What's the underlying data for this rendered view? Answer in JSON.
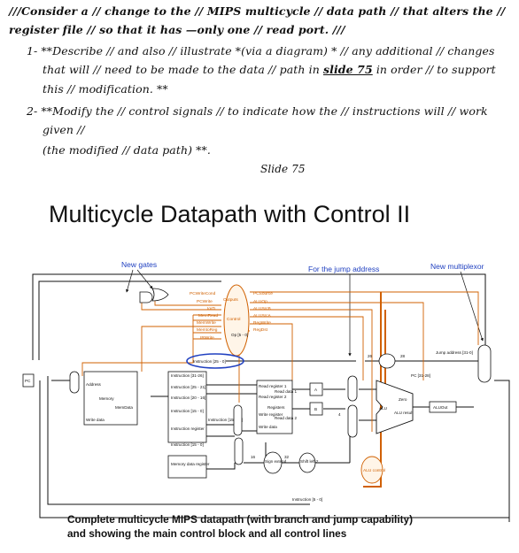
{
  "question": {
    "line1": "///Consider a // change to the // MIPS multicycle // data path // that alters the //",
    "line2_prefix": "register file // so that it has ",
    "line2_emph": "—only one // read port.",
    "line2_suffix": " ///",
    "item1_line1_prefix": "1-  **Describe // and also // illustrate *(via a diagram) * // any additional // changes",
    "item1_line2_prefix": "that will // need to be made to the data // path in ",
    "item1_slide_ref": "slide 75",
    "item1_line2_suffix": " in order // to support",
    "item1_line3": "this // modification. **",
    "item2_line1": "2-  **Modify the // control signals // to indicate how the // instructions will // work",
    "item2_line2": "given //",
    "item2_line3": "(the modified // data path) **.",
    "slide_label": "Slide 75"
  },
  "slide": {
    "title": "Multicycle Datapath with Control II",
    "caption_line1": "Complete multicycle MIPS datapath (with branch and jump capability)",
    "caption_line2": "and showing the main control block and all control lines"
  },
  "annotations": {
    "new_gates": "New gates",
    "jump_address": "For the jump address",
    "new_multiplexor": "New multiplexor"
  },
  "control_signals": [
    "PCWriteCond",
    "PCWrite",
    "IorD",
    "MemRead",
    "MemWrite",
    "MemtoReg",
    "IRWrite"
  ],
  "control_signals_right": [
    "PCSource",
    "ALUOp",
    "ALUSrcB",
    "ALUSrcA",
    "RegWrite",
    "RegDst"
  ],
  "blocks": {
    "pc": "PC",
    "memory": "Memory",
    "mem_data": "MemData",
    "write_data": "Write data",
    "address": "Address",
    "control": "Control",
    "outputs": "Outputs",
    "op": "Op [5 - 0]",
    "instruction_register": "Instruction register",
    "memory_data_register": "Memory data register",
    "registers": "Registers",
    "read_register_1": "Read register 1",
    "read_register_2": "Read register 2",
    "write_register": "Write register",
    "write_data_reg": "Write data",
    "read_data_1": "Read data 1",
    "read_data_2": "Read data 2",
    "sign_extend": "Sign extend",
    "shift_left_2": "Shift left 2",
    "alu": "ALU",
    "alu_result": "ALU result",
    "zero": "Zero",
    "alu_out": "ALUOut",
    "alu_control": "ALU control",
    "jump_address": "Jump address [31-0]",
    "pc_31_28": "PC [31-28]",
    "reg_a": "A",
    "reg_b": "B",
    "instr_25_0": "Instruction [25 - 0]",
    "instr_31_26": "Instruction [31-26]",
    "instr_25_21": "Instruction [25 - 21]",
    "instr_20_16": "Instruction [20 - 16]",
    "instr_15_0": "Instruction [15 - 0]",
    "instr_15_11": "Instruction [15 - 11]",
    "instr_5_0": "Instruction [5 - 0]",
    "num_26": "26",
    "num_28": "28",
    "num_16": "16",
    "num_32": "32",
    "num_4": "4"
  }
}
